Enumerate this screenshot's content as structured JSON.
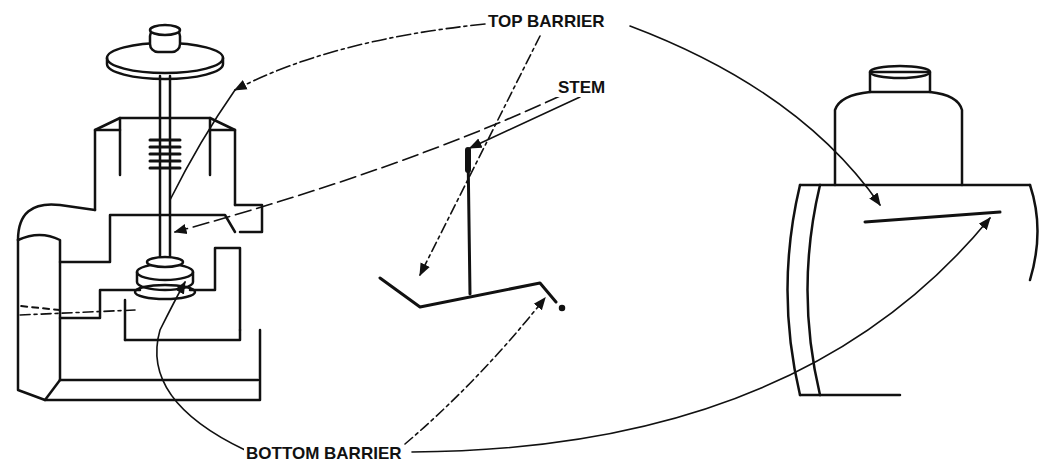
{
  "diagram": {
    "labels": [
      "TOP BARRIER",
      "STEM",
      "BOTTOM BARRIER"
    ]
  }
}
